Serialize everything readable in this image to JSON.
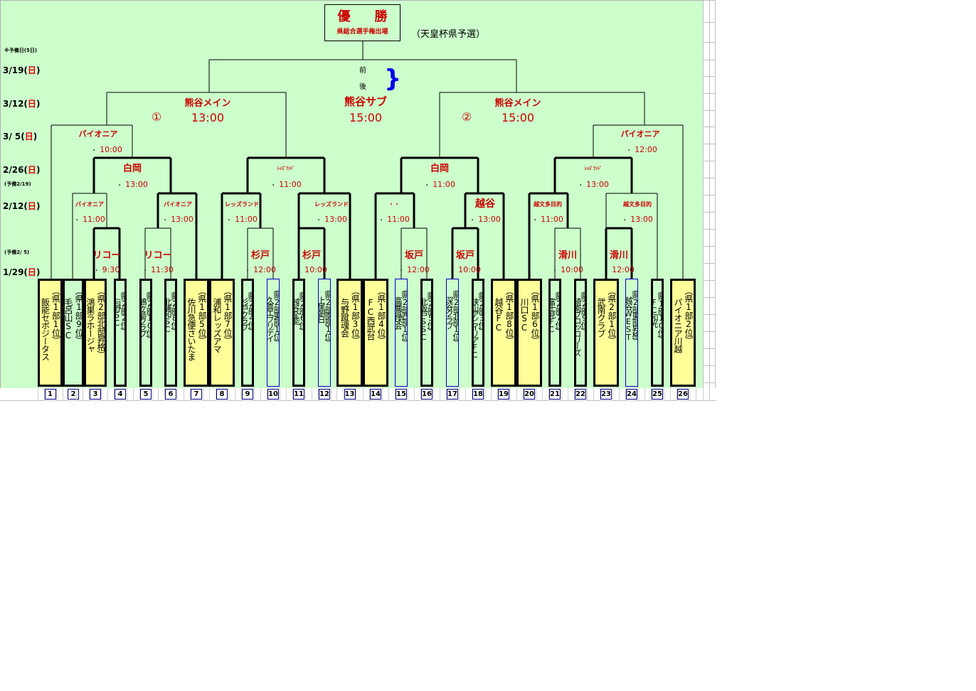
{
  "header": {
    "champion_title": "優　勝",
    "champion_subtitle": "県総合選手権出場",
    "tournament_note": "（天皇杯県予選）",
    "first_half": "前",
    "second_half": "後"
  },
  "dates": [
    {
      "label": "※予備日(5日)",
      "type": "note"
    },
    {
      "label": "3/19(",
      "sun": "日",
      "close": ")"
    },
    {
      "label": "3/12(",
      "sun": "日",
      "close": ")"
    },
    {
      "label": "3/ 5(",
      "sun": "日",
      "close": ")"
    },
    {
      "label": "2/26(",
      "sun": "日",
      "close": ")"
    },
    {
      "label": "(予備2/19)",
      "type": "note"
    },
    {
      "label": "2/12(",
      "sun": "日",
      "close": ")"
    },
    {
      "label": "(予備2/ 5)",
      "type": "note"
    },
    {
      "label": "1/29(",
      "sun": "日",
      "close": ")"
    }
  ],
  "final": {
    "venue": "熊谷サブ",
    "time": "15:00"
  },
  "semifinals": [
    {
      "match": "①",
      "venue": "熊谷メイン",
      "time": "13:00"
    },
    {
      "match": "②",
      "venue": "熊谷メイン",
      "time": "15:00"
    }
  ],
  "quarterfinals": [
    {
      "venue": "パイオニア",
      "time": "10:00"
    },
    {
      "venue": "パイオニア",
      "time": "12:00"
    }
  ],
  "round3": [
    {
      "venue": "白岡",
      "time": "13:00"
    },
    {
      "venue": "ﾚｯｽﾞﾗﾝﾄﾞ",
      "time": "11:00"
    },
    {
      "venue": "白岡",
      "time": "11:00"
    },
    {
      "venue": "ﾚｯｽﾞﾗﾝﾄﾞ",
      "time": "13:00"
    }
  ],
  "round2": [
    {
      "venue": "パイオニア",
      "time": "11:00"
    },
    {
      "venue": "パイオニア",
      "time": "13:00"
    },
    {
      "venue": "レッズランド",
      "time": "11:00"
    },
    {
      "venue": "レッズランド",
      "time": "13:00"
    },
    {
      "venue": "・・",
      "time": "11:00"
    },
    {
      "venue": "越谷",
      "time": "13:00"
    },
    {
      "venue": "越文多目的",
      "time": "11:00"
    },
    {
      "venue": "越文多目的",
      "time": "13:00"
    }
  ],
  "round1": [
    {
      "venue": "リコー",
      "time": "9:30"
    },
    {
      "venue": "リコー",
      "time": "11:30"
    },
    {
      "venue": "杉戸",
      "time": "12:00"
    },
    {
      "venue": "杉戸",
      "time": "10:00"
    },
    {
      "venue": "坂戸",
      "time": "12:00"
    },
    {
      "venue": "坂戸",
      "time": "10:00"
    },
    {
      "venue": "滑川",
      "time": "10:00"
    },
    {
      "venue": "滑川",
      "time": "12:00"
    }
  ],
  "teams": [
    {
      "no": "1",
      "name": "飯能セボジータス",
      "rank": "（県1部1位）",
      "seed": true
    },
    {
      "no": "2",
      "name": "毛呂山SC",
      "rank": "（県1部9位）",
      "seed": false
    },
    {
      "no": "3",
      "name": "鴻巣ラホージャ",
      "rank": "（県2部北部昇格）",
      "seed": true
    },
    {
      "no": "4",
      "name": "与野SC",
      "rank": "（県2部2位）",
      "seed": false
    },
    {
      "no": "5",
      "name": "鶴ヶ島クラブ",
      "rank": "（県2部10位）",
      "seed": false
    },
    {
      "no": "6",
      "name": "北浦和SC",
      "rank": "（県2部8位）",
      "seed": false
    },
    {
      "no": "7",
      "name": "佐川急便さいたま",
      "rank": "（県1部5位）",
      "seed": true
    },
    {
      "no": "8",
      "name": "浦和レッズアマ",
      "rank": "（県1部7位）",
      "seed": true
    },
    {
      "no": "9",
      "name": "杉戸クラブ",
      "rank": "（県2部4位）",
      "seed": false
    },
    {
      "no": "10",
      "name": "久喜エブリデイ",
      "rank": "（県2部東部1位）",
      "seed": false,
      "blue": true
    },
    {
      "no": "11",
      "name": "越谷全能",
      "rank": "（県2部6位）",
      "seed": false
    },
    {
      "no": "12",
      "name": "上尾朝日",
      "rank": "（県2部南部1位）",
      "seed": false,
      "blue": true
    },
    {
      "no": "13",
      "name": "与野蹴魂会",
      "rank": "（県1部3位）",
      "seed": true
    },
    {
      "no": "14",
      "name": "FC西武台",
      "rank": "（県1部4位）",
      "seed": true
    },
    {
      "no": "15",
      "name": "高麗蹴球会",
      "rank": "（県2部西部1位）",
      "seed": false,
      "blue": true
    },
    {
      "no": "16",
      "name": "北坂戸SSC",
      "rank": "（県2部5位）",
      "seed": false
    },
    {
      "no": "17",
      "name": "深谷クラブ",
      "rank": "（県2部北部1位）",
      "seed": false,
      "blue": true
    },
    {
      "no": "18",
      "name": "狭山アビイリアFC",
      "rank": "（県2部3位）",
      "seed": false
    },
    {
      "no": "19",
      "name": "越谷FC",
      "rank": "（県1部8位）",
      "seed": true
    },
    {
      "no": "20",
      "name": "川口SC",
      "rank": "（県1部6位）",
      "seed": true
    },
    {
      "no": "21",
      "name": "富士見FC",
      "rank": "（県2部7位）",
      "seed": false
    },
    {
      "no": "22",
      "name": "埼南ブロッコリーズ",
      "rank": "（県2部9位）",
      "seed": false
    },
    {
      "no": "23",
      "name": "武南クラブ",
      "rank": "（県2部1位）",
      "seed": true
    },
    {
      "no": "24",
      "name": "越谷WEST",
      "rank": "（県2部東部昇格）",
      "seed": false,
      "blue": true
    },
    {
      "no": "25",
      "name": "FC和光",
      "rank": "（県1部10位）",
      "seed": false
    },
    {
      "no": "26",
      "name": "パイオニア川越",
      "rank": "（県1部2位）",
      "seed": true
    }
  ],
  "colors": {
    "background": "#ccffcc",
    "seed_fill": "#ffff99",
    "venue_text": "#cc0000",
    "qualifier_border": "#0000cc"
  }
}
